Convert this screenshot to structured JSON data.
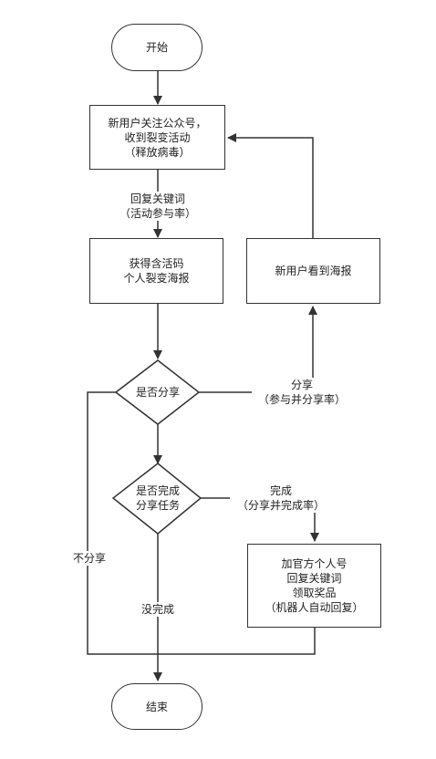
{
  "nodes": {
    "start": "开始",
    "follow": "新用户关注公众号，\n收到裂变活动\n（释放病毒）",
    "poster": "获得含活码\n个人裂变海报",
    "share_decision": "是否分享",
    "complete_decision": "是否完成\n分享任务",
    "new_user_sees": "新用户看到海报",
    "reward": "加官方个人号\n回复关键词\n领取奖品\n（机器人自动回复）",
    "end": "结束"
  },
  "edge_labels": {
    "keyword": "回复关键词\n（活动参与率）",
    "share": "分享\n（参与并分享率）",
    "complete": "完成\n（分享并完成率）",
    "no_share": "不分享",
    "not_complete": "没完成"
  },
  "colors": {
    "line": "#333333",
    "text": "#222222"
  }
}
